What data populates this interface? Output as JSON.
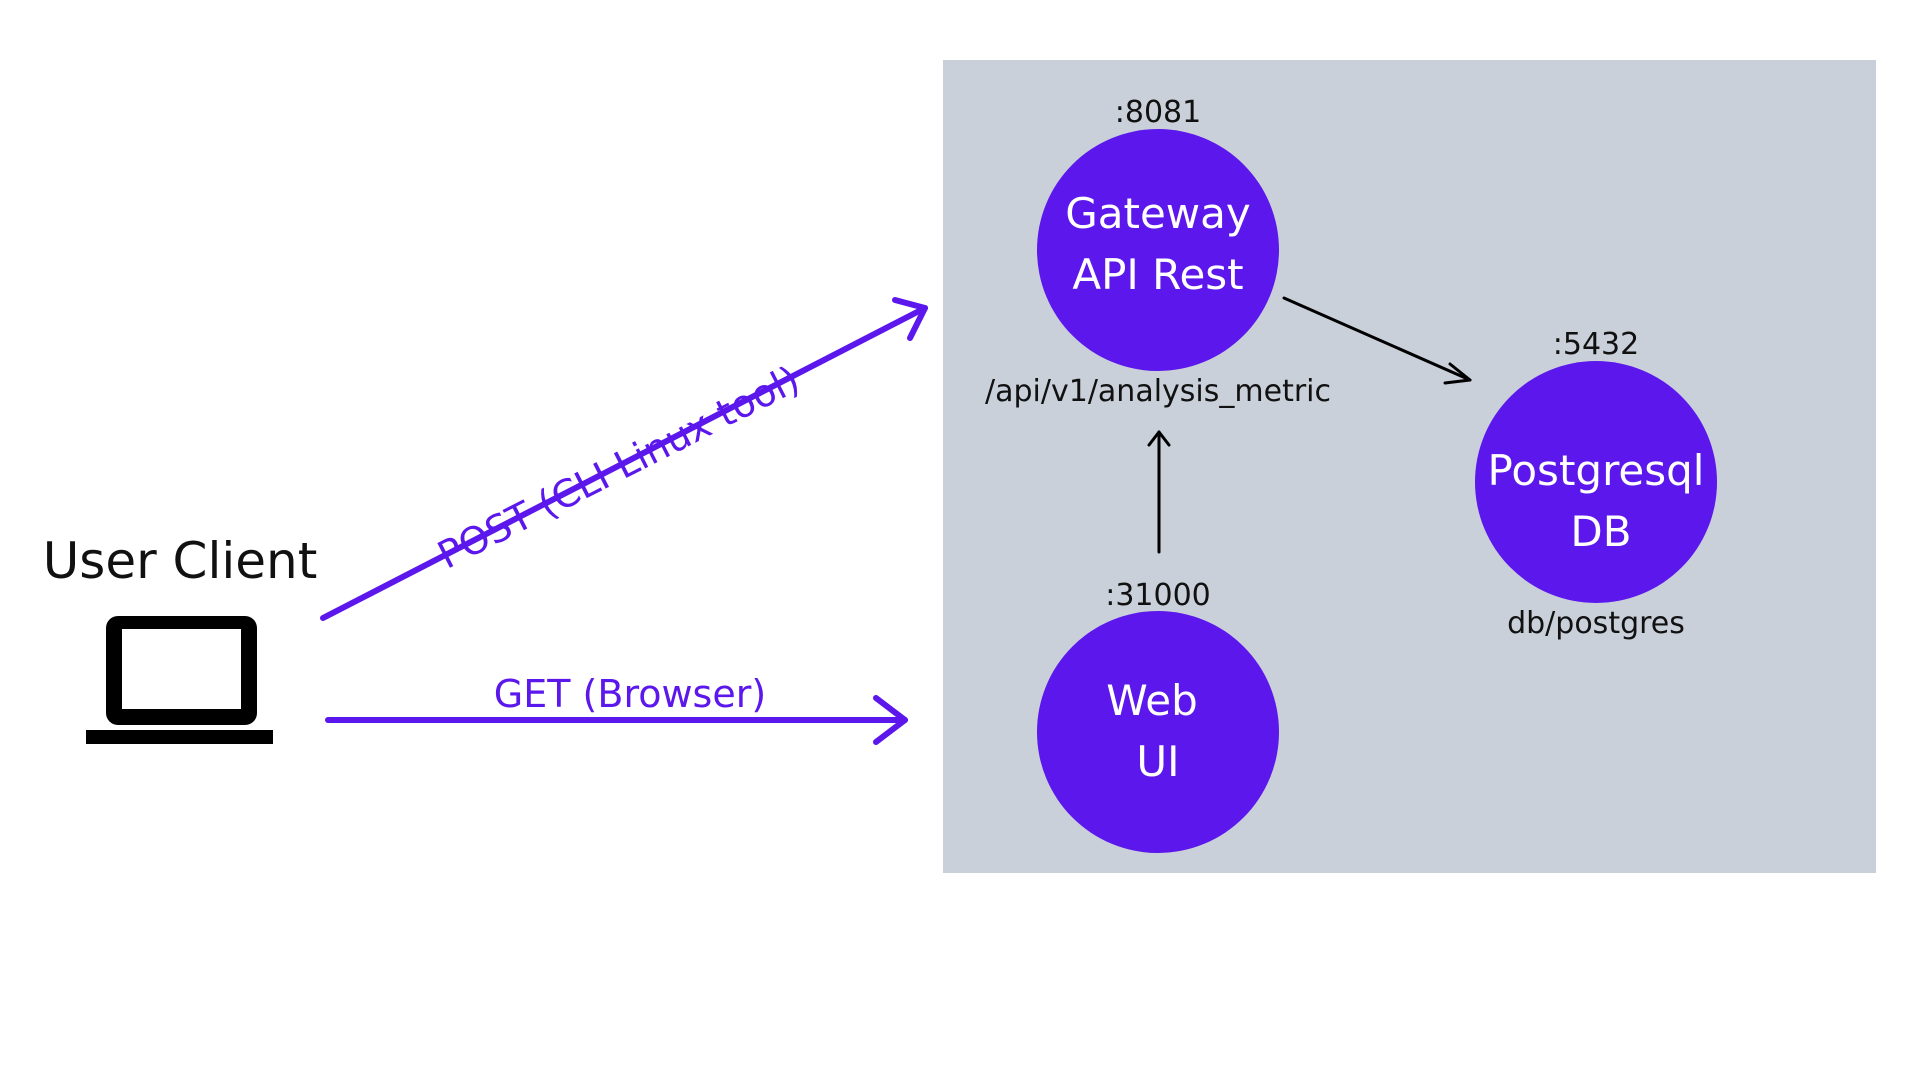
{
  "colors": {
    "background": "#ffffff",
    "cluster_bg": "#c9d0da",
    "node_fill": "#5b17ec",
    "node_text": "#ffffff",
    "accent_arrow": "#5b17ec",
    "dark_arrow": "#000000",
    "text_dark": "#111111"
  },
  "client": {
    "title": "User Client",
    "icon": "laptop-icon"
  },
  "edges": {
    "post_label": "POST (CLI Linux tool)",
    "get_label": "GET (Browser)"
  },
  "nodes": {
    "gateway": {
      "port": ":8081",
      "line1": "Gateway",
      "line2": "API Rest",
      "path": "/api/v1/analysis_metric"
    },
    "postgres": {
      "port": ":5432",
      "line1": "Postgresql",
      "line2": "DB",
      "path": "db/postgres"
    },
    "webui": {
      "port": ":31000",
      "line1": "Web",
      "line2": "UI"
    }
  }
}
